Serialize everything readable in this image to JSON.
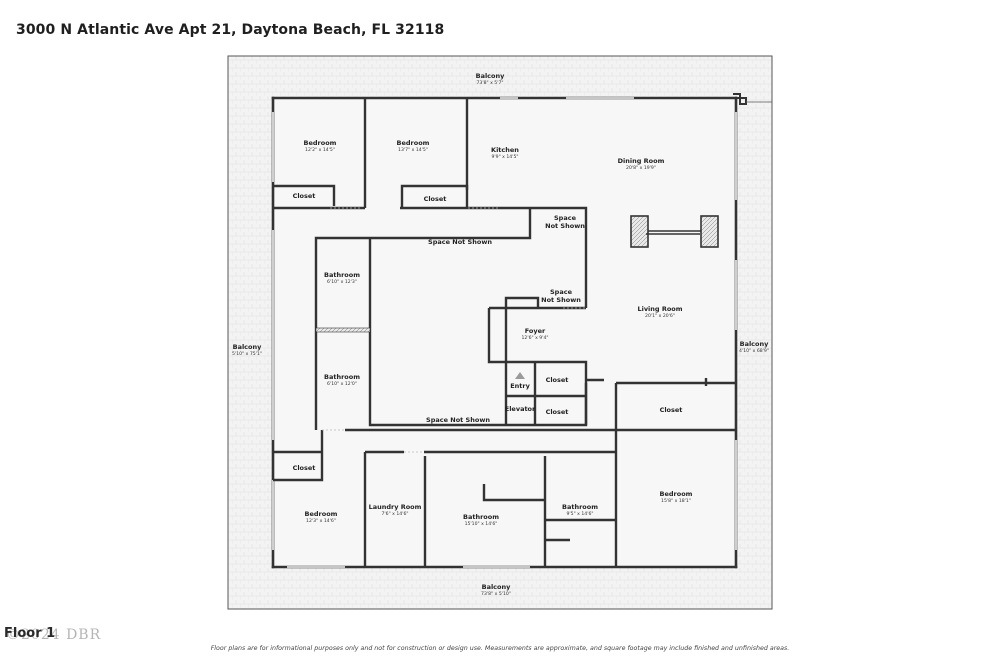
{
  "header": {
    "address": "3000 N Atlantic Ave Apt 21, Daytona Beach, FL 32118"
  },
  "rooms": {
    "balcony_top": {
      "name": "Balcony",
      "dim": "73'8\" x 5'7\""
    },
    "bedroom_1": {
      "name": "Bedroom",
      "dim": "12'2\" x 14'5\""
    },
    "bedroom_2": {
      "name": "Bedroom",
      "dim": "13'7\" x 14'5\""
    },
    "kitchen": {
      "name": "Kitchen",
      "dim": "9'9\" x 14'5\""
    },
    "dining": {
      "name": "Dining Room",
      "dim": "20'8\" x 19'9\""
    },
    "closet_1": {
      "name": "Closet"
    },
    "closet_2": {
      "name": "Closet"
    },
    "space_1": {
      "line1": "Space",
      "line2": "Not Shown"
    },
    "space_2": {
      "name": "Space Not Shown"
    },
    "bathroom_1": {
      "name": "Bathroom",
      "dim": "6'10\" x 12'3\""
    },
    "space_3": {
      "line1": "Space",
      "line2": "Not Shown"
    },
    "living": {
      "name": "Living Room",
      "dim": "20'1\" x 20'6\""
    },
    "foyer": {
      "name": "Foyer",
      "dim": "12'6\" x 9'4\""
    },
    "balcony_left": {
      "name": "Balcony",
      "dim": "5'10\" x 75'1\""
    },
    "balcony_right": {
      "name": "Balcony",
      "dim": "4'10\" x 68'9\""
    },
    "bathroom_2": {
      "name": "Bathroom",
      "dim": "6'10\" x 12'0\""
    },
    "entry": {
      "name": "Entry"
    },
    "closet_3": {
      "name": "Closet"
    },
    "elevator": {
      "name": "Elevator"
    },
    "closet_4": {
      "name": "Closet"
    },
    "closet_5": {
      "name": "Closet"
    },
    "space_4": {
      "name": "Space Not Shown"
    },
    "closet_6": {
      "name": "Closet"
    },
    "bedroom_3": {
      "name": "Bedroom",
      "dim": "12'3\" x 14'6\""
    },
    "laundry": {
      "name": "Laundry Room",
      "dim": "7'6\" x 14'6\""
    },
    "bathroom_3": {
      "name": "Bathroom",
      "dim": "15'10\" x 14'6\""
    },
    "bathroom_4": {
      "name": "Bathroom",
      "dim": "9'5\" x 14'6\""
    },
    "bedroom_4": {
      "name": "Bedroom",
      "dim": "15'8\" x 18'1\""
    },
    "balcony_bottom": {
      "name": "Balcony",
      "dim": "73'8\" x 5'10\""
    }
  },
  "footer": {
    "floor": "Floor 1",
    "watermark": "©2024 DBR",
    "disclaimer": "Floor plans are for informational purposes only and not for construction or design use. Measurements are approximate, and square footage may include finished and unfinished areas."
  },
  "colors": {
    "wall": "#333333",
    "floor": "#f6f6f6",
    "balcony": "#ededed",
    "window": "#c9c9c9"
  }
}
